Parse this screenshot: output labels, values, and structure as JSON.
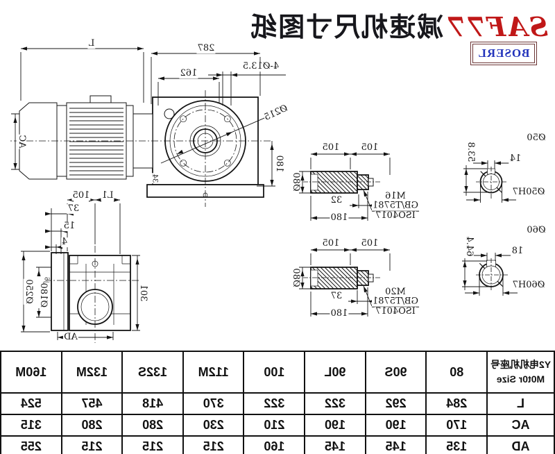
{
  "title": {
    "model": "SAF77",
    "text": "减速机尺寸图纸"
  },
  "logo": {
    "text": "BOSERL"
  },
  "colors": {
    "model_red": "#c01818",
    "logo_blue": "#2233bb",
    "logo_border": "#6b3535",
    "line": "#141414"
  },
  "drawing": {
    "top_view": {
      "dims": {
        "total_length": "L",
        "gear_unit_length": "287",
        "flange_length": "162",
        "mounting_holes": "4-Ø13.5",
        "bolt_circle": "Ø215",
        "center_height": "180",
        "motor_diameter": "AC",
        "chamfer": "34"
      }
    },
    "shaft_detail_m16": {
      "dims": {
        "seg_a": "105",
        "seg_b": "105",
        "diameter": "Ø80",
        "thread_length": "32",
        "length": "180"
      },
      "label": {
        "bolt": "M16",
        "standard": "GB/T5781",
        "iso": "ISO4017"
      }
    },
    "shaft_detail_m20": {
      "dims": {
        "seg_a": "105",
        "seg_b": "105",
        "diameter": "Ø80",
        "thread_length": "37",
        "length": "180"
      },
      "label": {
        "bolt": "M20",
        "standard": "GB/T5781",
        "iso": "ISO4017"
      }
    },
    "bore_detail_50": {
      "title": "Ø50",
      "keyway_depth": "53.8",
      "keyway_width": "14",
      "bore": "Ø50H7"
    },
    "bore_detail_60": {
      "title": "Ø60",
      "keyway_depth": "64.4",
      "keyway_width": "18",
      "bore": "Ø60H7"
    },
    "output_view": {
      "dims": {
        "l1": "L1",
        "seg": "105",
        "d37": "37",
        "d15": "15",
        "d4": "4",
        "flange_diameter": "Ø250",
        "spigot_diameter": "Ø180",
        "spigot_tolerance": "j6",
        "height": "301",
        "width": "AD"
      }
    }
  },
  "table": {
    "header": {
      "line1": "Y2电机机座号",
      "line2": "M0t0r Size"
    },
    "row_labels": [
      "L",
      "AC",
      "AD"
    ],
    "columns": [
      "80",
      "90S",
      "90L",
      "100",
      "112M",
      "132S",
      "132M",
      "160M"
    ],
    "rows": {
      "L": [
        "284",
        "292",
        "322",
        "322",
        "370",
        "418",
        "457",
        "524"
      ],
      "AC": [
        "170",
        "190",
        "190",
        "210",
        "230",
        "280",
        "280",
        "315"
      ],
      "AD": [
        "135",
        "145",
        "145",
        "160",
        "215",
        "215",
        "215",
        "255"
      ]
    }
  }
}
